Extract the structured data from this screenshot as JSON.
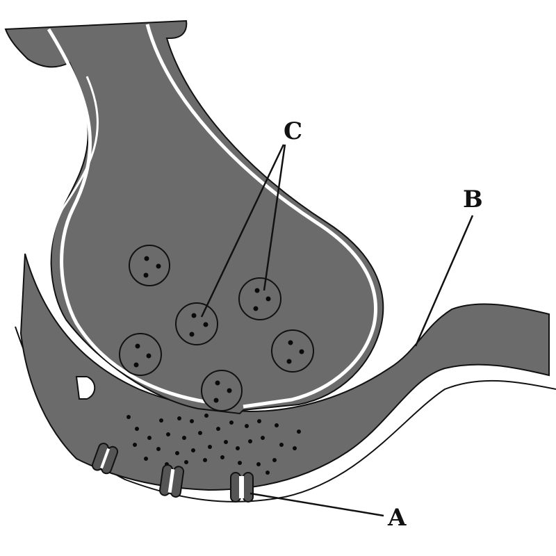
{
  "labels": {
    "a": "A",
    "b": "B",
    "c": "C"
  },
  "colors": {
    "tissue": "#6b6b6b",
    "outline": "#111111",
    "membrane_gap": "#ffffff",
    "vesicle_dot": "#0a0a0a",
    "background": "#ffffff"
  }
}
